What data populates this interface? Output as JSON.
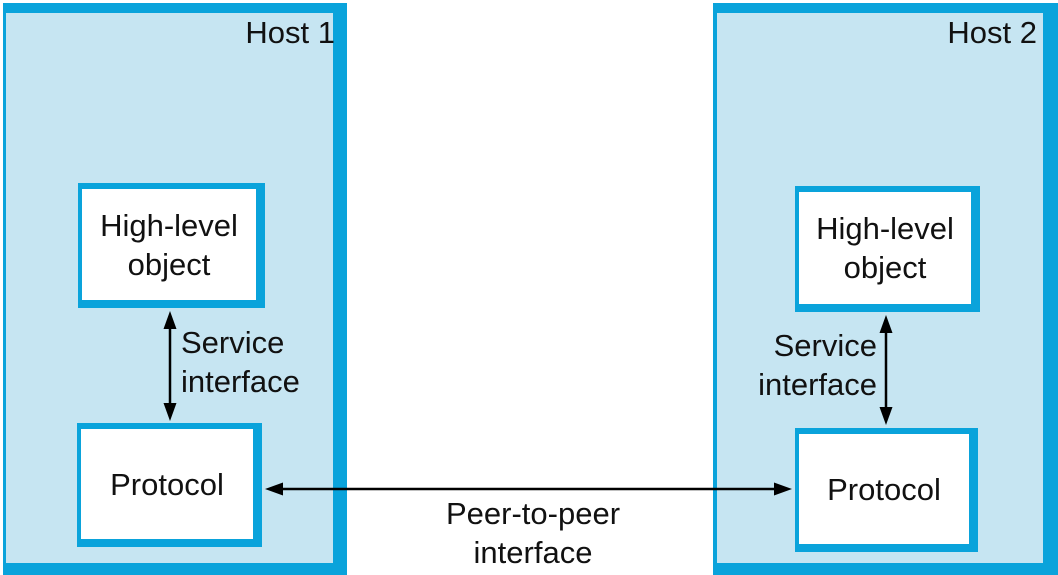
{
  "diagram": {
    "colors": {
      "border_cyan": "#0aa3db",
      "host_fill": "#c6e5f2",
      "arrow_black": "#000000",
      "text_black": "#111111"
    },
    "host1": {
      "title": "Host 1",
      "high_level_object": {
        "line1": "High-level",
        "line2": "object"
      },
      "protocol_label": "Protocol",
      "service_interface": {
        "line1": "Service",
        "line2": "interface"
      }
    },
    "host2": {
      "title": "Host 2",
      "high_level_object": {
        "line1": "High-level",
        "line2": "object"
      },
      "protocol_label": "Protocol",
      "service_interface": {
        "line1": "Service",
        "line2": "interface"
      }
    },
    "peer_interface": {
      "line1": "Peer-to-peer",
      "line2": "interface"
    }
  }
}
